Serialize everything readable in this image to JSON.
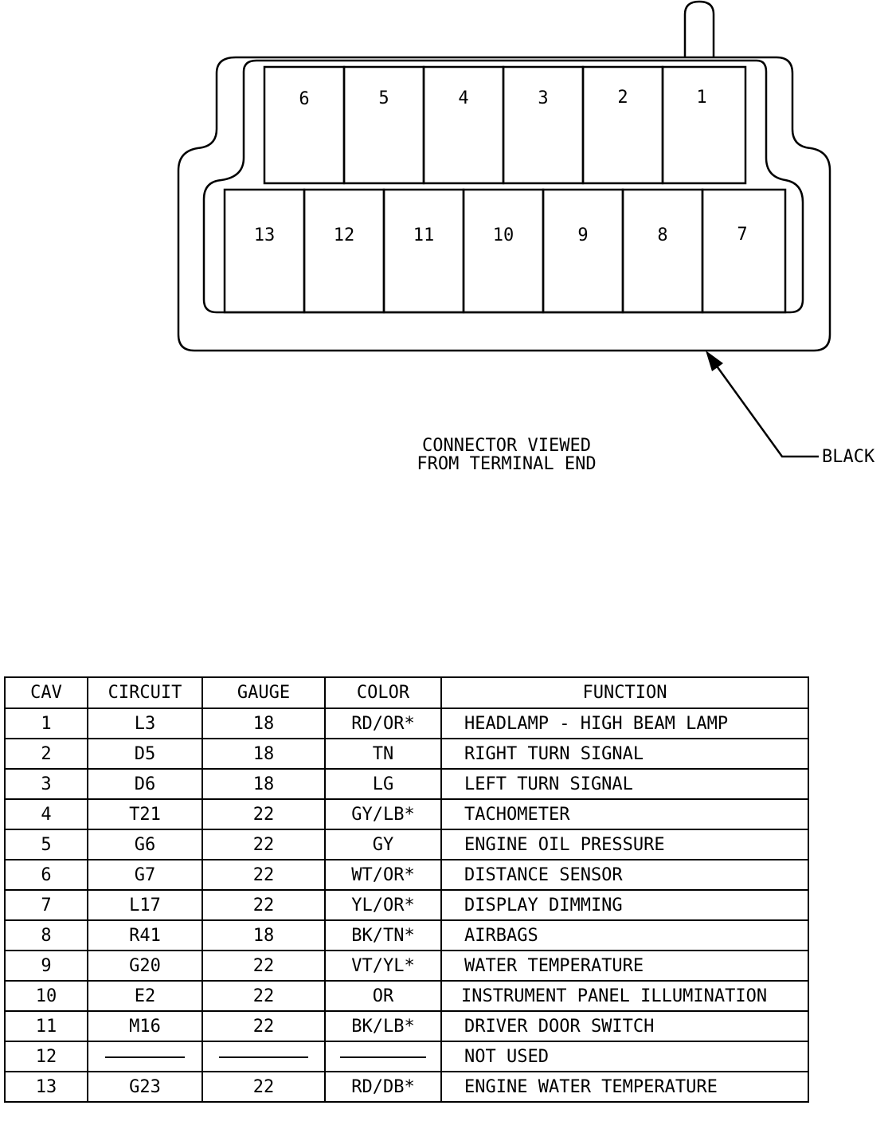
{
  "connector": {
    "top_row": [
      "6",
      "5",
      "4",
      "3",
      "2",
      "1"
    ],
    "bottom_row": [
      "13",
      "12",
      "11",
      "10",
      "9",
      "8",
      "7"
    ],
    "view_caption": [
      "CONNECTOR VIEWED",
      "FROM TERMINAL END"
    ],
    "color_callout": "BLACK"
  },
  "table": {
    "headers": [
      "CAV",
      "CIRCUIT",
      "GAUGE",
      "COLOR",
      "FUNCTION"
    ],
    "rows": [
      {
        "cav": "1",
        "circuit": "L3",
        "gauge": "18",
        "color": "RD/OR*",
        "function": "HEADLAMP - HIGH BEAM LAMP"
      },
      {
        "cav": "2",
        "circuit": "D5",
        "gauge": "18",
        "color": "TN",
        "function": "RIGHT TURN SIGNAL"
      },
      {
        "cav": "3",
        "circuit": "D6",
        "gauge": "18",
        "color": "LG",
        "function": "LEFT TURN SIGNAL"
      },
      {
        "cav": "4",
        "circuit": "T21",
        "gauge": "22",
        "color": "GY/LB*",
        "function": "TACHOMETER"
      },
      {
        "cav": "5",
        "circuit": "G6",
        "gauge": "22",
        "color": "GY",
        "function": "ENGINE OIL PRESSURE"
      },
      {
        "cav": "6",
        "circuit": "G7",
        "gauge": "22",
        "color": "WT/OR*",
        "function": "DISTANCE SENSOR"
      },
      {
        "cav": "7",
        "circuit": "L17",
        "gauge": "22",
        "color": "YL/OR*",
        "function": "DISPLAY DIMMING"
      },
      {
        "cav": "8",
        "circuit": "R41",
        "gauge": "18",
        "color": "BK/TN*",
        "function": "AIRBAGS"
      },
      {
        "cav": "9",
        "circuit": "G20",
        "gauge": "22",
        "color": "VT/YL*",
        "function": "WATER TEMPERATURE"
      },
      {
        "cav": "10",
        "circuit": "E2",
        "gauge": "22",
        "color": "OR",
        "function": "INSTRUMENT PANEL ILLUMINATION"
      },
      {
        "cav": "11",
        "circuit": "M16",
        "gauge": "22",
        "color": "BK/LB*",
        "function": "DRIVER DOOR SWITCH"
      },
      {
        "cav": "12",
        "circuit": "",
        "gauge": "",
        "color": "",
        "function": "NOT USED"
      },
      {
        "cav": "13",
        "circuit": "G23",
        "gauge": "22",
        "color": "RD/DB*",
        "function": "ENGINE WATER TEMPERATURE"
      }
    ]
  }
}
